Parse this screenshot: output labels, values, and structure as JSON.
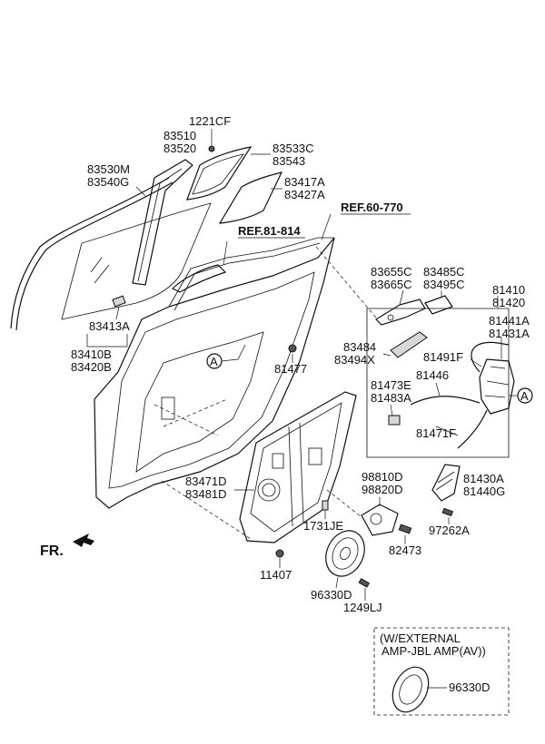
{
  "labels": {
    "p1221CF": "1221CF",
    "p83510": "83510",
    "p83520": "83520",
    "p83533C": "83533C",
    "p83543": "83543",
    "p83530M": "83530M",
    "p83540G": "83540G",
    "p83417A": "83417A",
    "p83427A": "83427A",
    "ref60770": "REF.60-770",
    "ref81814": "REF.81-814",
    "p83655C": "83655C",
    "p83665C": "83665C",
    "p83485C": "83485C",
    "p83495C": "83495C",
    "p81410": "81410",
    "p81420": "81420",
    "p81441A": "81441A",
    "p81431A": "81431A",
    "p83413A": "83413A",
    "p83410B": "83410B",
    "p83420B": "83420B",
    "p83484": "83484",
    "p83494X": "83494X",
    "p81491F": "81491F",
    "p81477": "81477",
    "p81446": "81446",
    "p81473E": "81473E",
    "p81483A": "81483A",
    "p81471F": "81471F",
    "p83471D": "83471D",
    "p83481D": "83481D",
    "p98810D": "98810D",
    "p98820D": "98820D",
    "p81430A": "81430A",
    "p81440G": "81440G",
    "p1731JE": "1731JE",
    "p97262A": "97262A",
    "p82473": "82473",
    "p11407": "11407",
    "p96330D": "96330D",
    "p1249LJ": "1249LJ",
    "fr": "FR.",
    "circleA1": "A",
    "circleA2": "A"
  },
  "inset": {
    "line1": "(W/EXTERNAL",
    "line2": "AMP-JBL AMP(AV))",
    "part": "96330D"
  }
}
